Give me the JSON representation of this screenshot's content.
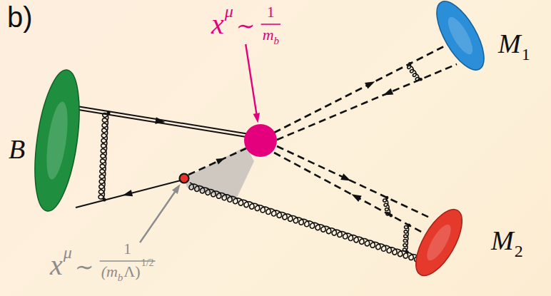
{
  "diagram": {
    "nodes": [
      {
        "text": [
          "B"
        ]
      },
      {
        "text": [
          "M",
          "1"
        ]
      },
      {
        "text": [
          "M",
          "2"
        ]
      }
    ],
    "labels": [
      "b)",
      "x",
      "μ",
      "∼",
      "1",
      "m",
      "b",
      "x",
      "μ",
      "∼",
      "1",
      "(m",
      "b",
      "Λ)",
      "1/2"
    ]
  }
}
